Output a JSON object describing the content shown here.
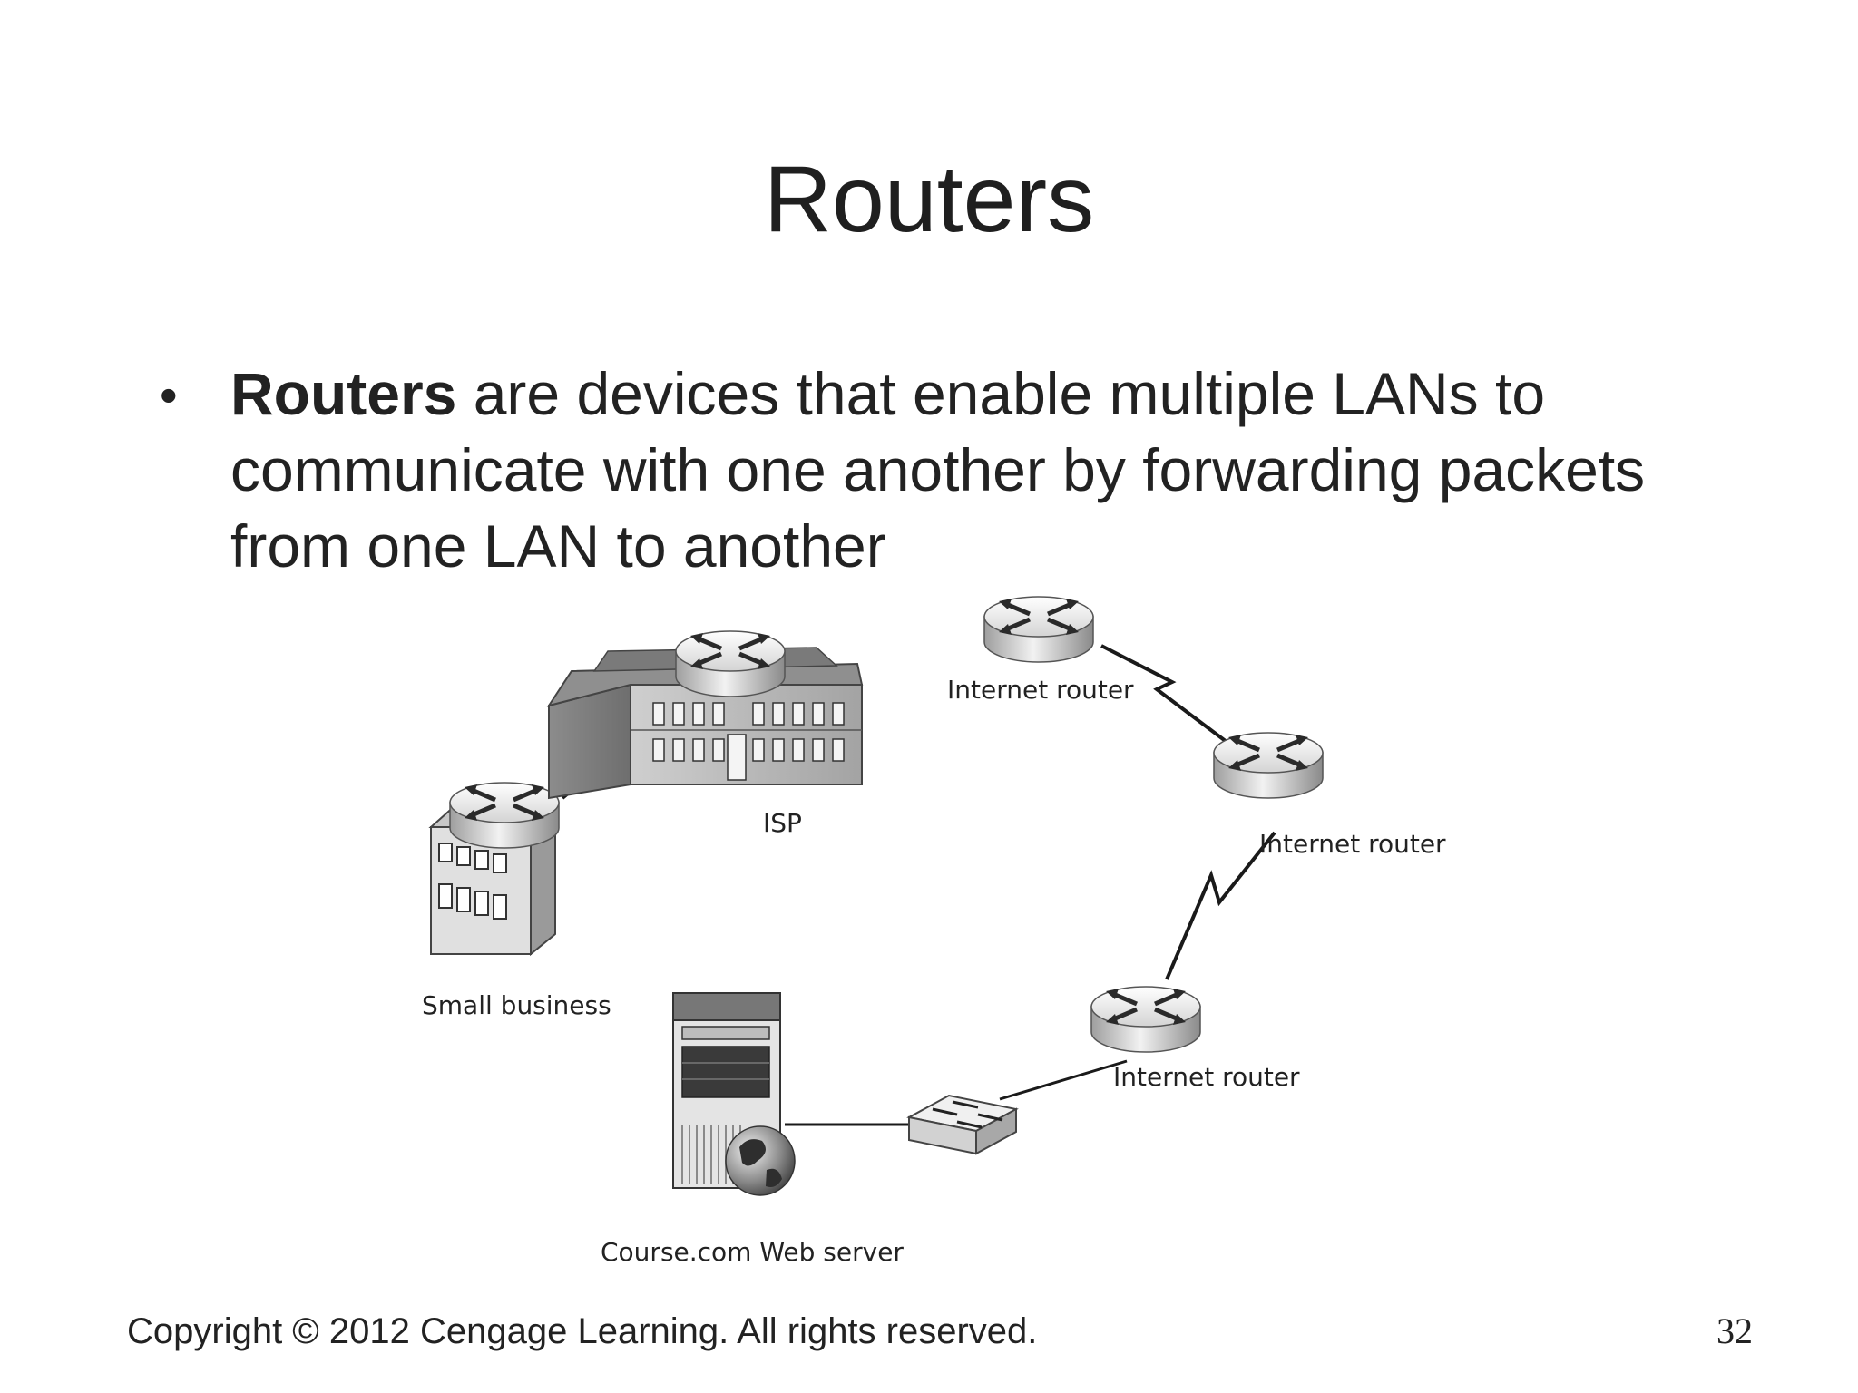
{
  "slide": {
    "title": "Routers",
    "bullet": {
      "term": "Routers",
      "text": " are devices that enable multiple LANs to communicate with one another by forwarding packets from one LAN to another"
    }
  },
  "diagram": {
    "labels": {
      "isp": "ISP",
      "small_business": "Small business",
      "internet_router_top": "Internet router",
      "internet_router_right": "Internet router",
      "internet_router_bottom": "Internet router",
      "web_server": "Course.com Web server"
    },
    "icons": [
      "router-icon",
      "isp-building-icon",
      "office-building-icon",
      "web-server-icon",
      "globe-icon",
      "switch-icon"
    ]
  },
  "footer": {
    "copyright": "Copyright © 2012 Cengage Learning. All rights reserved.",
    "page_number": "32"
  }
}
